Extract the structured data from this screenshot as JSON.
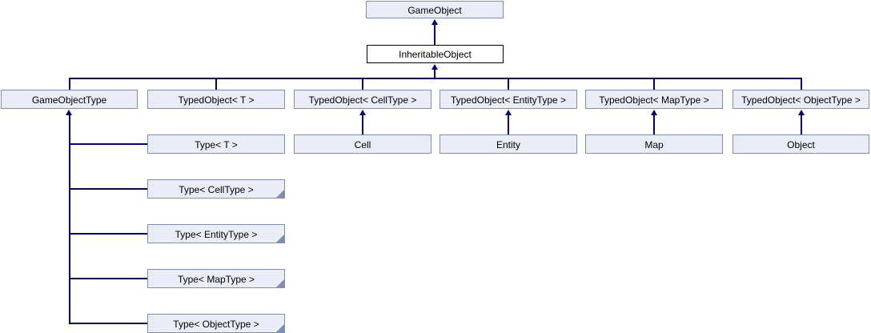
{
  "diagram": {
    "type": "class-inheritance-graph",
    "nodes": [
      {
        "id": "game-object",
        "label": "GameObject"
      },
      {
        "id": "inheritable-object",
        "label": "InheritableObject",
        "highlighted": true
      },
      {
        "id": "game-object-type",
        "label": "GameObjectType"
      },
      {
        "id": "typed-object-t",
        "label": "TypedObject< T >"
      },
      {
        "id": "typed-object-cell-type",
        "label": "TypedObject< CellType >"
      },
      {
        "id": "typed-object-entity-type",
        "label": "TypedObject< EntityType >"
      },
      {
        "id": "typed-object-map-type",
        "label": "TypedObject< MapType >"
      },
      {
        "id": "typed-object-object-type",
        "label": "TypedObject< ObjectType >"
      },
      {
        "id": "type-t",
        "label": "Type< T >"
      },
      {
        "id": "cell",
        "label": "Cell"
      },
      {
        "id": "entity",
        "label": "Entity"
      },
      {
        "id": "map",
        "label": "Map"
      },
      {
        "id": "object",
        "label": "Object"
      },
      {
        "id": "type-cell-type",
        "label": "Type< CellType >",
        "has_more_derived": true
      },
      {
        "id": "type-entity-type",
        "label": "Type< EntityType >",
        "has_more_derived": true
      },
      {
        "id": "type-map-type",
        "label": "Type< MapType >",
        "has_more_derived": true
      },
      {
        "id": "type-object-type",
        "label": "Type< ObjectType >",
        "has_more_derived": true
      }
    ],
    "edges": [
      {
        "from": "InheritableObject",
        "to": "GameObject"
      },
      {
        "from": "GameObjectType",
        "to": "InheritableObject"
      },
      {
        "from": "TypedObject< T >",
        "to": "InheritableObject"
      },
      {
        "from": "TypedObject< CellType >",
        "to": "InheritableObject"
      },
      {
        "from": "TypedObject< EntityType >",
        "to": "InheritableObject"
      },
      {
        "from": "TypedObject< MapType >",
        "to": "InheritableObject"
      },
      {
        "from": "TypedObject< ObjectType >",
        "to": "InheritableObject"
      },
      {
        "from": "Cell",
        "to": "TypedObject< CellType >"
      },
      {
        "from": "Entity",
        "to": "TypedObject< EntityType >"
      },
      {
        "from": "Map",
        "to": "TypedObject< MapType >"
      },
      {
        "from": "Object",
        "to": "TypedObject< ObjectType >"
      },
      {
        "from": "Type< T >",
        "to": "GameObjectType"
      },
      {
        "from": "Type< CellType >",
        "to": "GameObjectType"
      },
      {
        "from": "Type< EntityType >",
        "to": "GameObjectType"
      },
      {
        "from": "Type< MapType >",
        "to": "GameObjectType"
      },
      {
        "from": "Type< ObjectType >",
        "to": "GameObjectType"
      }
    ],
    "colors": {
      "background": "#ffffff",
      "node_fill": "#e8edf7",
      "node_border": "#7e8eb8",
      "current_node_fill": "#ffffff",
      "current_node_border": "#000000",
      "edge_color": "#000080",
      "text": "#000000"
    }
  }
}
